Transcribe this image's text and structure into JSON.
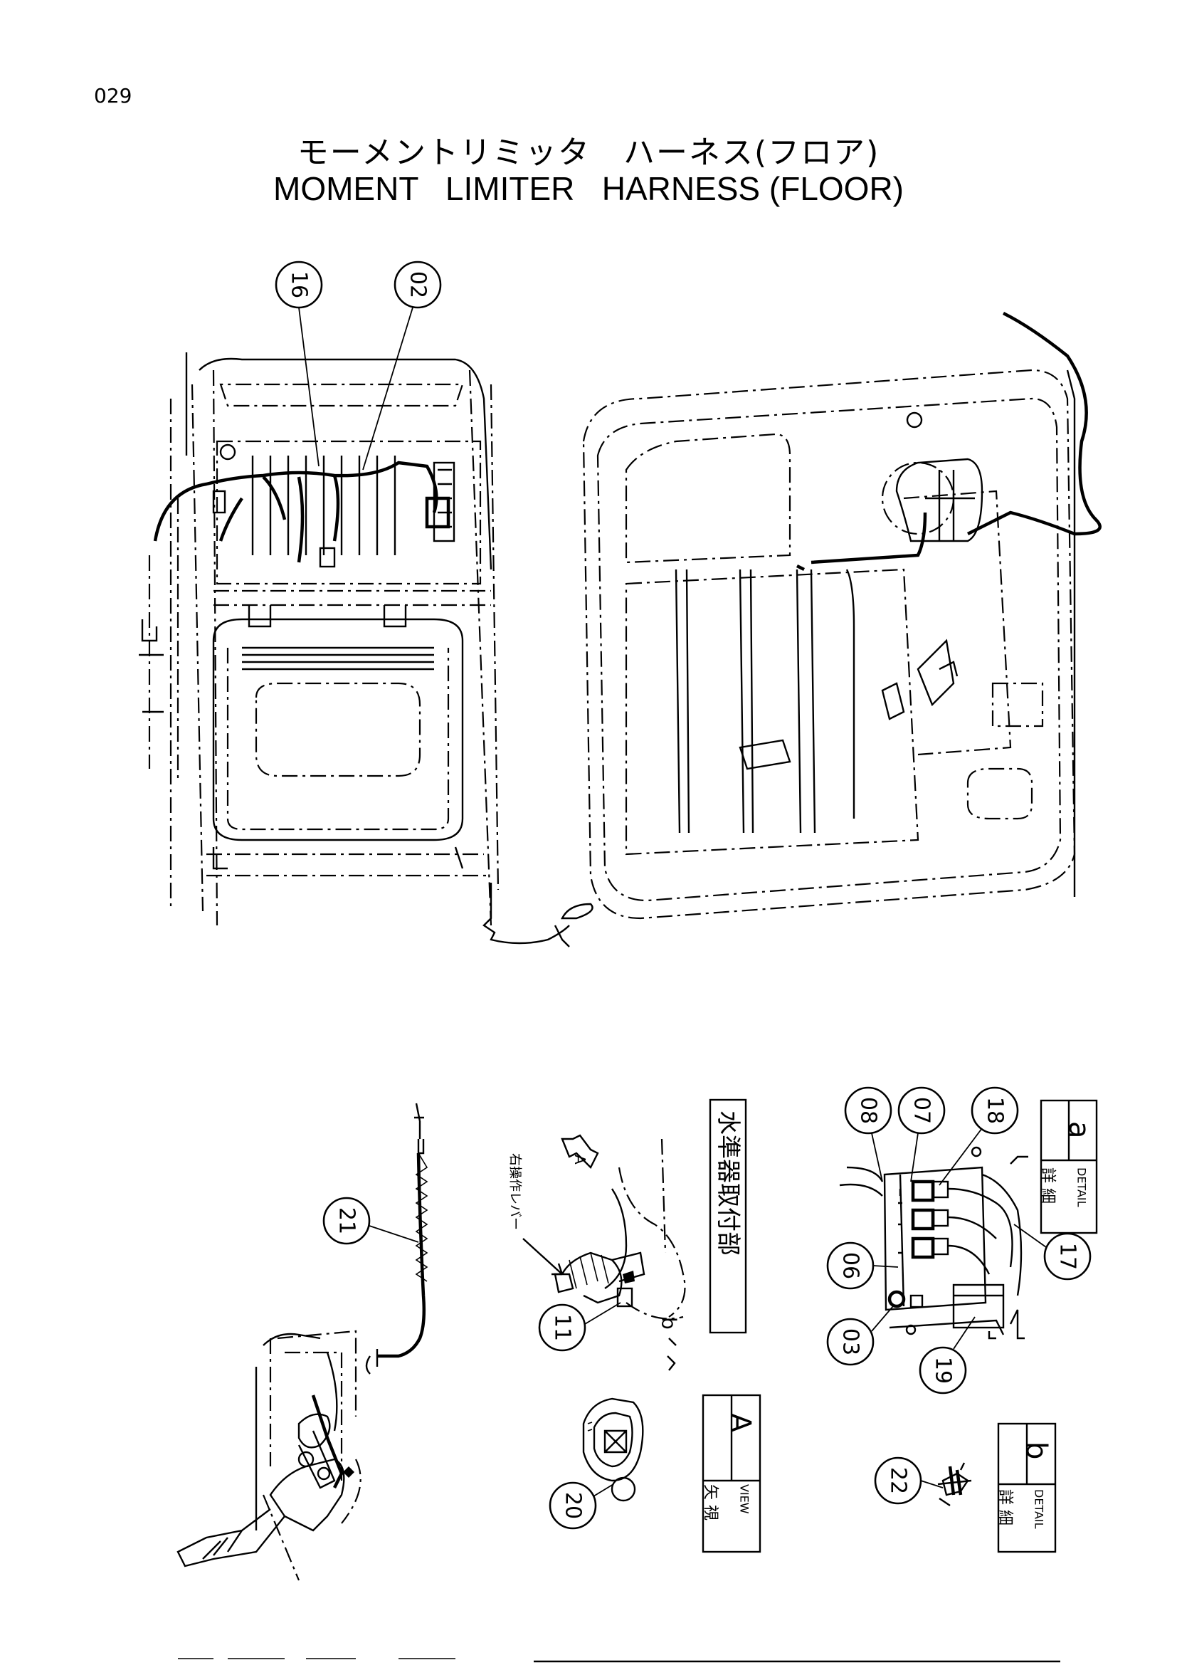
{
  "page": {
    "number": "029",
    "title_jp": "モーメントリミッタ　ハーネス(フロア)",
    "title_en": "MOMENT   LIMITER   HARNESS (FLOOR)"
  },
  "callouts": [
    "16",
    "02",
    "21",
    "11",
    "20",
    "08",
    "07",
    "18",
    "06",
    "03",
    "17",
    "19",
    "22"
  ],
  "labels": {
    "right_lever_jp": "右操作レバー",
    "level_gauge_jp": "水準器取付部",
    "view_arrow_letter": "A",
    "detail_b_letter": "b",
    "detail_a_jp": "詳 細",
    "detail_a_en": "DETAIL",
    "detail_a_letter": "a",
    "view_a_jp": "矢 視",
    "view_a_en": "VIEW",
    "view_a_letter": "A",
    "detail_b_jp": "詳 細",
    "detail_b_en": "DETAIL",
    "detail_b_box_letter": "b"
  }
}
